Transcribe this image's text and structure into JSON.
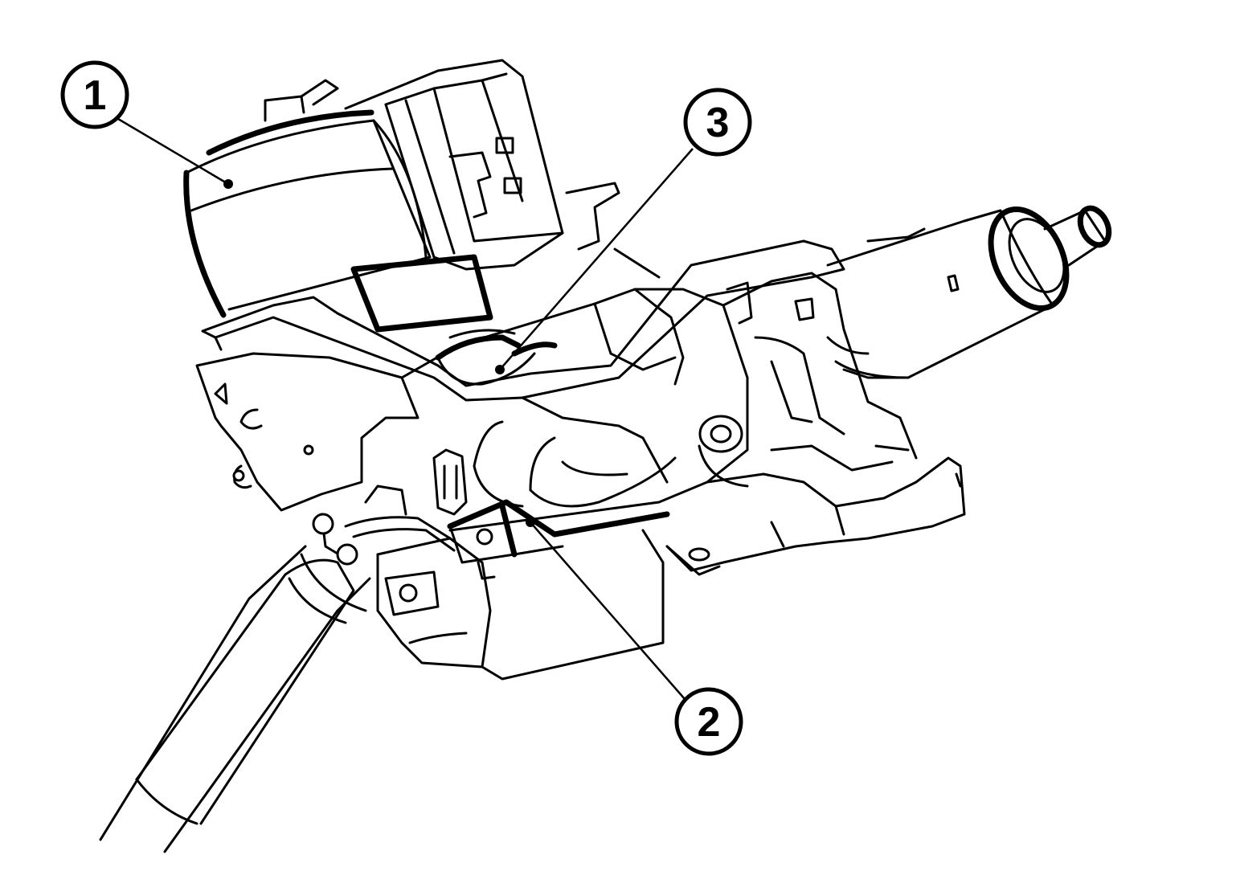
{
  "callouts": [
    {
      "id": "1",
      "label": "1"
    },
    {
      "id": "2",
      "label": "2"
    },
    {
      "id": "3",
      "label": "3"
    }
  ],
  "colors": {
    "line": "#000000",
    "background": "#ffffff"
  },
  "parts": [
    "motor-icon",
    "torque-sensor-icon",
    "ecu-connector-icon",
    "steering-column-icon",
    "intermediate-shaft-icon",
    "mounting-bracket-icon"
  ]
}
